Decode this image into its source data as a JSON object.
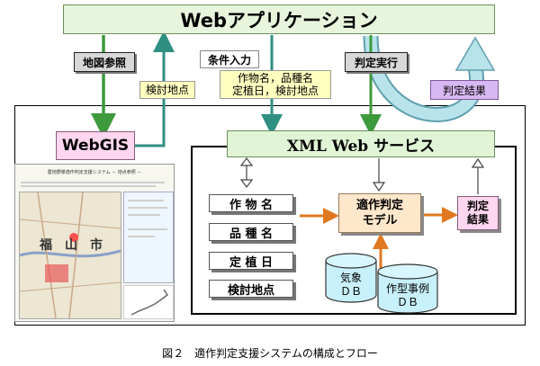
{
  "header": {
    "title": "Webアプリケーション"
  },
  "labels": {
    "map_ref": "地図参照",
    "exam_point": "検討地点",
    "cond_input": "条件入力",
    "cond_detail_1": "作物名，品種名",
    "cond_detail_2": "定植日，検討地点",
    "judge_exec": "判定実行",
    "judge_result": "判定結果"
  },
  "webgis": {
    "label": "WebGIS"
  },
  "xml_service": {
    "label": "XML Web サービス"
  },
  "inputs": [
    {
      "label": "作 物 名"
    },
    {
      "label": "品 種 名"
    },
    {
      "label": "定 植 日"
    },
    {
      "label": "検討地点"
    }
  ],
  "model": {
    "line1": "適作判定",
    "line2": "モデル"
  },
  "result": {
    "line1": "判定",
    "line2": "結果"
  },
  "databases": [
    {
      "line1": "気象",
      "line2": "ＤＢ"
    },
    {
      "line1": "作型事例",
      "line2": "ＤＢ"
    }
  ],
  "screenshot": {
    "title": "農地野菜適作判定支援システム － 地点参照 －",
    "map_text_1": "福",
    "map_text_2": "山",
    "map_text_3": "市"
  },
  "caption": "図２　適作判定支援システムの構成とフロー",
  "colors": {
    "arrow_green": "#3d9a3d",
    "arrow_teal": "#2f8f80",
    "arrow_orange": "#e07820",
    "loop_blue": "#9ccfd8"
  }
}
